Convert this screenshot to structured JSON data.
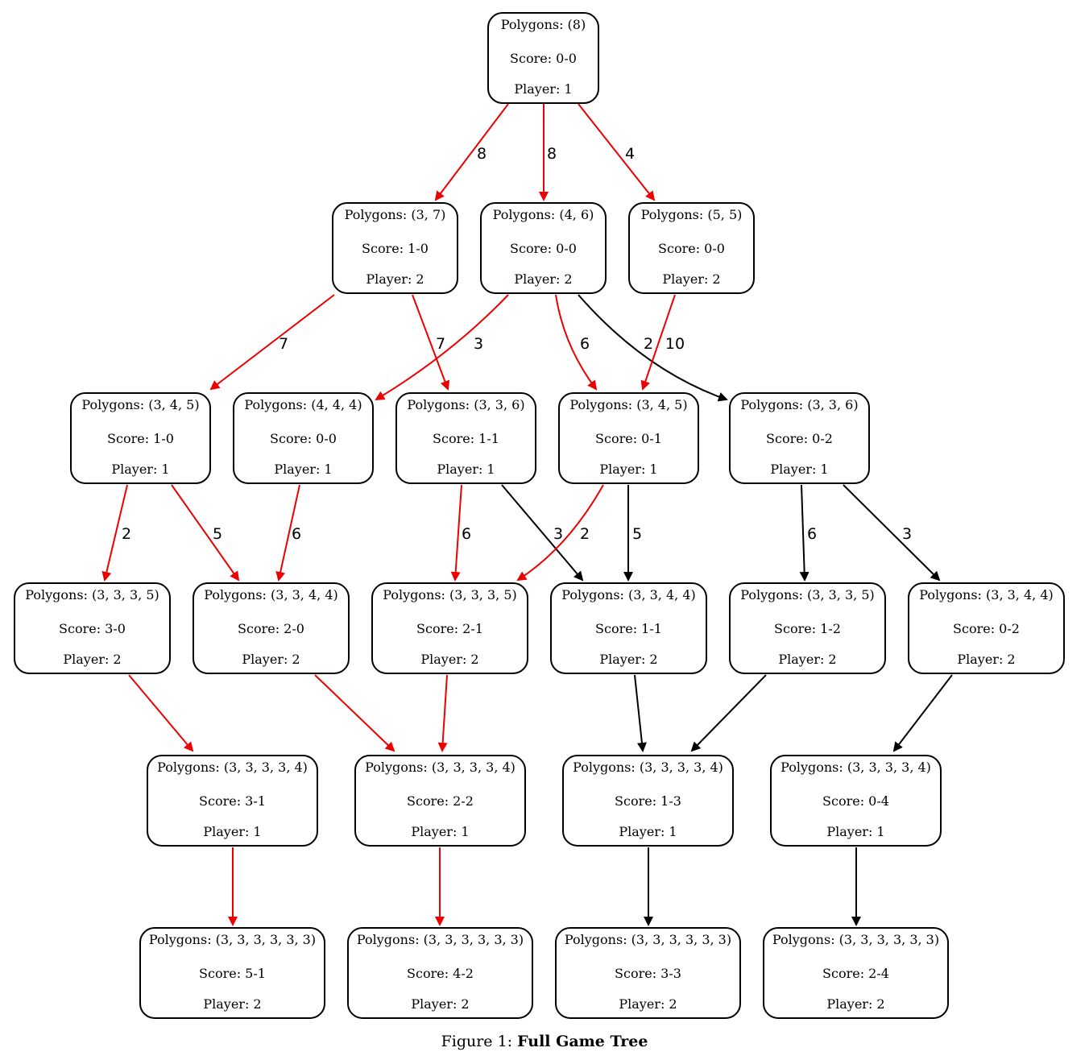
{
  "colors": {
    "red": "#ee0000",
    "black": "#000000"
  },
  "nodes": [
    {
      "id": "n0",
      "polygons": "Polygons: (8)",
      "score": "Score: 0-0",
      "player": "Player: 1"
    },
    {
      "id": "n1",
      "polygons": "Polygons: (3, 7)",
      "score": "Score: 1-0",
      "player": "Player: 2"
    },
    {
      "id": "n2",
      "polygons": "Polygons: (4, 6)",
      "score": "Score: 0-0",
      "player": "Player: 2"
    },
    {
      "id": "n3",
      "polygons": "Polygons: (5, 5)",
      "score": "Score: 0-0",
      "player": "Player: 2"
    },
    {
      "id": "n4",
      "polygons": "Polygons: (3, 4, 5)",
      "score": "Score: 1-0",
      "player": "Player: 1"
    },
    {
      "id": "n5",
      "polygons": "Polygons: (4, 4, 4)",
      "score": "Score: 0-0",
      "player": "Player: 1"
    },
    {
      "id": "n6",
      "polygons": "Polygons: (3, 3, 6)",
      "score": "Score: 1-1",
      "player": "Player: 1"
    },
    {
      "id": "n7",
      "polygons": "Polygons: (3, 4, 5)",
      "score": "Score: 0-1",
      "player": "Player: 1"
    },
    {
      "id": "n8",
      "polygons": "Polygons: (3, 3, 6)",
      "score": "Score: 0-2",
      "player": "Player: 1"
    },
    {
      "id": "n9",
      "polygons": "Polygons: (3, 3, 3, 5)",
      "score": "Score: 3-0",
      "player": "Player: 2"
    },
    {
      "id": "n10",
      "polygons": "Polygons: (3, 3, 4, 4)",
      "score": "Score: 2-0",
      "player": "Player: 2"
    },
    {
      "id": "n11",
      "polygons": "Polygons: (3, 3, 3, 5)",
      "score": "Score: 2-1",
      "player": "Player: 2"
    },
    {
      "id": "n12",
      "polygons": "Polygons: (3, 3, 4, 4)",
      "score": "Score: 1-1",
      "player": "Player: 2"
    },
    {
      "id": "n13",
      "polygons": "Polygons: (3, 3, 3, 5)",
      "score": "Score: 1-2",
      "player": "Player: 2"
    },
    {
      "id": "n14",
      "polygons": "Polygons: (3, 3, 4, 4)",
      "score": "Score: 0-2",
      "player": "Player: 2"
    },
    {
      "id": "n15",
      "polygons": "Polygons: (3, 3, 3, 3, 4)",
      "score": "Score: 3-1",
      "player": "Player: 1"
    },
    {
      "id": "n16",
      "polygons": "Polygons: (3, 3, 3, 3, 4)",
      "score": "Score: 2-2",
      "player": "Player: 1"
    },
    {
      "id": "n17",
      "polygons": "Polygons: (3, 3, 3, 3, 4)",
      "score": "Score: 1-3",
      "player": "Player: 1"
    },
    {
      "id": "n18",
      "polygons": "Polygons: (3, 3, 3, 3, 4)",
      "score": "Score: 0-4",
      "player": "Player: 1"
    },
    {
      "id": "n19",
      "polygons": "Polygons: (3, 3, 3, 3, 3, 3)",
      "score": "Score: 5-1",
      "player": "Player: 2"
    },
    {
      "id": "n20",
      "polygons": "Polygons: (3, 3, 3, 3, 3, 3)",
      "score": "Score: 4-2",
      "player": "Player: 2"
    },
    {
      "id": "n21",
      "polygons": "Polygons: (3, 3, 3, 3, 3, 3)",
      "score": "Score: 3-3",
      "player": "Player: 2"
    },
    {
      "id": "n22",
      "polygons": "Polygons: (3, 3, 3, 3, 3, 3)",
      "score": "Score: 2-4",
      "player": "Player: 2"
    }
  ],
  "edges": [
    {
      "from": "n0",
      "to": "n1",
      "label": "8",
      "color": "red"
    },
    {
      "from": "n0",
      "to": "n2",
      "label": "8",
      "color": "red"
    },
    {
      "from": "n0",
      "to": "n3",
      "label": "4",
      "color": "red"
    },
    {
      "from": "n1",
      "to": "n4",
      "label": "7",
      "color": "red"
    },
    {
      "from": "n1",
      "to": "n6",
      "label": "7",
      "color": "red"
    },
    {
      "from": "n2",
      "to": "n5",
      "label": "3",
      "color": "red"
    },
    {
      "from": "n2",
      "to": "n7",
      "label": "6",
      "color": "red"
    },
    {
      "from": "n2",
      "to": "n8",
      "label": "2",
      "color": "black"
    },
    {
      "from": "n3",
      "to": "n7",
      "label": "10",
      "color": "red"
    },
    {
      "from": "n4",
      "to": "n9",
      "label": "2",
      "color": "red"
    },
    {
      "from": "n4",
      "to": "n10",
      "label": "5",
      "color": "red"
    },
    {
      "from": "n5",
      "to": "n10",
      "label": "6",
      "color": "red"
    },
    {
      "from": "n6",
      "to": "n11",
      "label": "6",
      "color": "red"
    },
    {
      "from": "n6",
      "to": "n12",
      "label": "3",
      "color": "black"
    },
    {
      "from": "n7",
      "to": "n11",
      "label": "2",
      "color": "red"
    },
    {
      "from": "n7",
      "to": "n12",
      "label": "5",
      "color": "black"
    },
    {
      "from": "n8",
      "to": "n13",
      "label": "6",
      "color": "black"
    },
    {
      "from": "n8",
      "to": "n14",
      "label": "3",
      "color": "black"
    },
    {
      "from": "n9",
      "to": "n15",
      "label": "",
      "color": "red"
    },
    {
      "from": "n10",
      "to": "n16",
      "label": "",
      "color": "red"
    },
    {
      "from": "n11",
      "to": "n16",
      "label": "",
      "color": "red"
    },
    {
      "from": "n12",
      "to": "n17",
      "label": "",
      "color": "black"
    },
    {
      "from": "n13",
      "to": "n17",
      "label": "",
      "color": "black"
    },
    {
      "from": "n14",
      "to": "n18",
      "label": "",
      "color": "black"
    },
    {
      "from": "n15",
      "to": "n19",
      "label": "",
      "color": "red"
    },
    {
      "from": "n16",
      "to": "n20",
      "label": "",
      "color": "red"
    },
    {
      "from": "n17",
      "to": "n21",
      "label": "",
      "color": "black"
    },
    {
      "from": "n18",
      "to": "n22",
      "label": "",
      "color": "black"
    }
  ],
  "caption": {
    "prefix": "Figure 1: ",
    "title": "Full Game Tree"
  }
}
